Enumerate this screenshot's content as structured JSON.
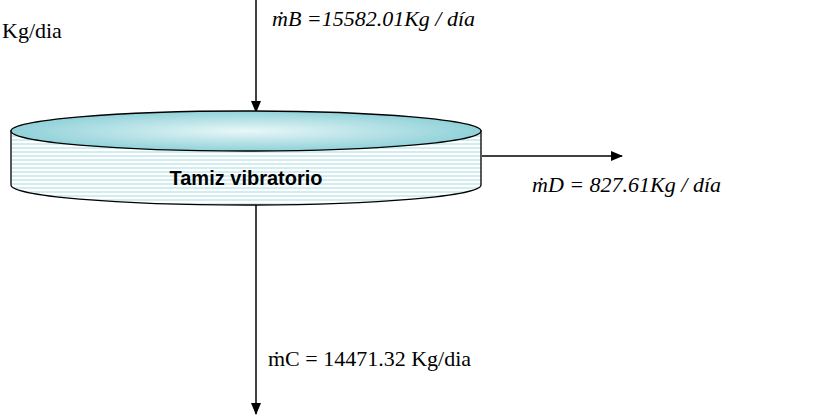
{
  "diagram": {
    "nodes": [
      {
        "text": [
          "Tamiz vibratorio"
        ]
      }
    ],
    "labels": [
      "Kg/dia",
      "ṁB =15582.01Kg / día",
      "ṁD = 827.61Kg / día",
      "ṁC = 14471.32 Kg/dia"
    ]
  }
}
